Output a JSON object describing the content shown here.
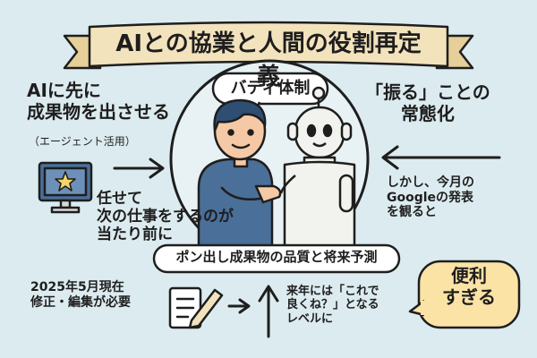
{
  "banner": {
    "title": "AIとの協業と人間の役割再定義"
  },
  "left": {
    "main_lines": [
      "AIに先に",
      "成果物を出させる"
    ],
    "sub": "（エージェント活用）",
    "task_lines": [
      "任せて",
      "次の仕事をするのが",
      "当たり前に"
    ]
  },
  "center": {
    "buddy_label": "バディ体制",
    "bottom_title": "ポン出し成果物の品質と将来予測"
  },
  "right": {
    "top_lines": [
      "「振る」ことの",
      "常態化"
    ],
    "mid_lines": [
      "しかし、今月の",
      "Googleの発表",
      "を観ると"
    ]
  },
  "bottom": {
    "left_lines": [
      "2025年5月現在",
      "修正・編集が必要"
    ],
    "right_lines": [
      "来年には「これで",
      "良くね？」となる",
      "レベルに"
    ],
    "bubble_lines": [
      "便利",
      "すぎる"
    ]
  },
  "colors": {
    "background": "#dcebef",
    "banner_fill": "#f3e3bd",
    "shirt_blue": "#4a6f99",
    "skin": "#f5c9a5",
    "robot": "#f2f2ee",
    "bubble": "#fbe3a6",
    "ink": "#1e1e1e"
  }
}
